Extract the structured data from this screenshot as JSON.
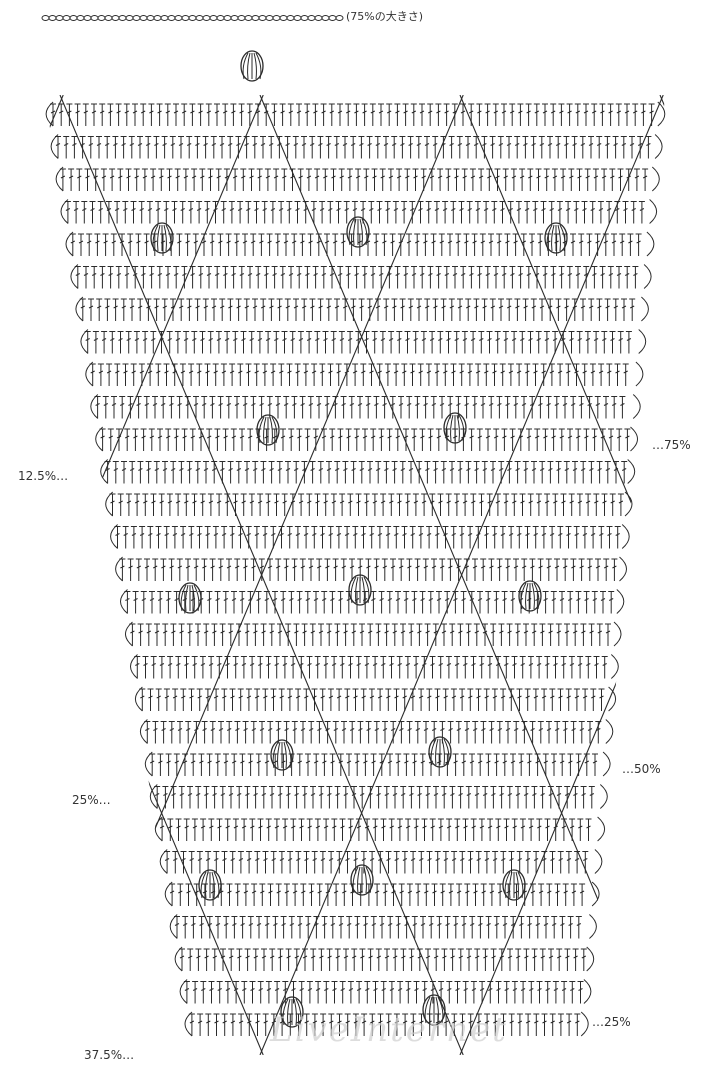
{
  "note": "(75%の大きさ)",
  "markers": {
    "m_75": "…75%",
    "m_12_5": "12.5%…",
    "m_50": "…50%",
    "m_25_left": "25%…",
    "m_25_right": "…25%",
    "m_37_5": "37.5%…"
  },
  "watermark": "liveinternet",
  "colors": {
    "ink": "#2b2b2b",
    "paper": "#ffffff"
  }
}
